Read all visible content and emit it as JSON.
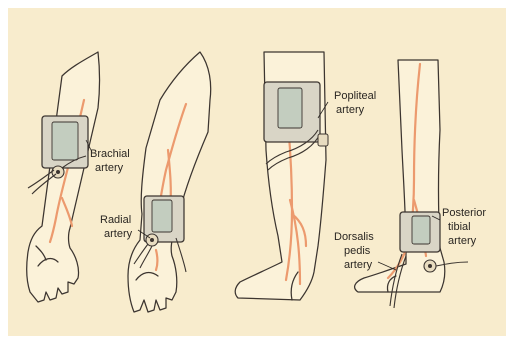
{
  "labels": {
    "brachial": [
      "Brachial",
      "artery"
    ],
    "radial": [
      "Radial",
      "artery"
    ],
    "popliteal": [
      "Popliteal",
      "artery"
    ],
    "posterior_tibial": [
      "Posterior",
      "tibial",
      "artery"
    ],
    "dorsalis_pedis": [
      "Dorsalis",
      "pedis",
      "artery"
    ]
  },
  "colors": {
    "background": "#f8eccd",
    "skin": "#fbf2d9",
    "artery": "#ec9a6e",
    "cuff": "#d9d5c6",
    "bladder": "#c3cdbf",
    "outline": "#3c3530"
  }
}
